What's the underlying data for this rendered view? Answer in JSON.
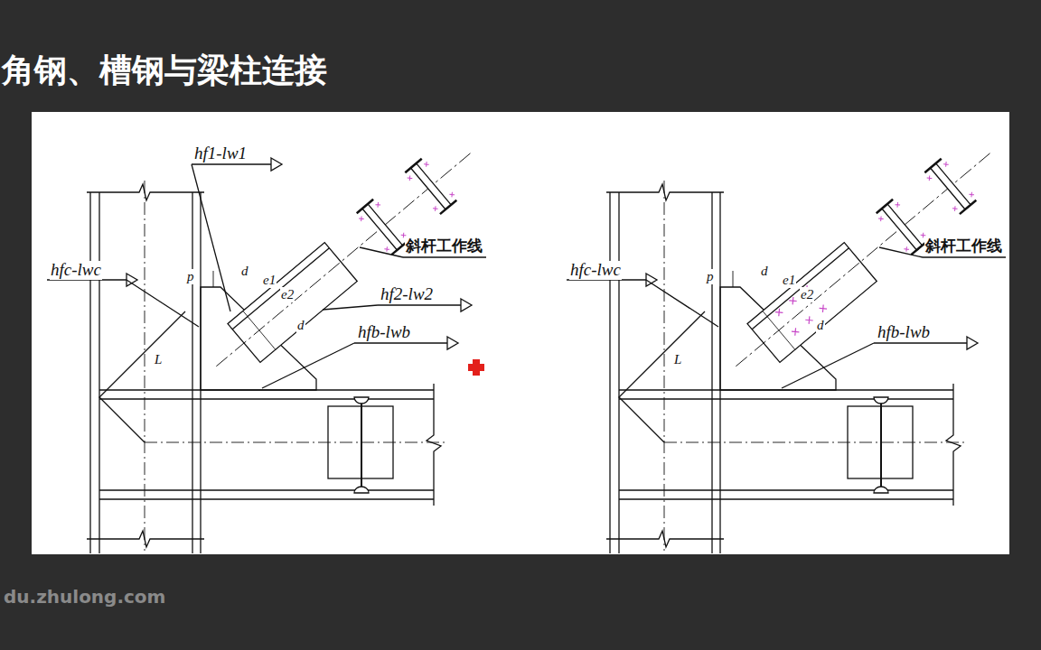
{
  "diagram": {
    "title": "角钢、槽钢与梁柱连接",
    "labels": [
      "hf1-lw1",
      "hfc-lwc",
      "p",
      "d",
      "e1",
      "e2",
      "d",
      "hf2-lw2",
      "斜杆工作线",
      "hfb-lwb",
      "L",
      "hfc-lwc",
      "p",
      "d",
      "e1",
      "e2",
      "d",
      "斜杆工作线",
      "hfb-lwb",
      "L",
      "du.zhulong.com"
    ]
  }
}
